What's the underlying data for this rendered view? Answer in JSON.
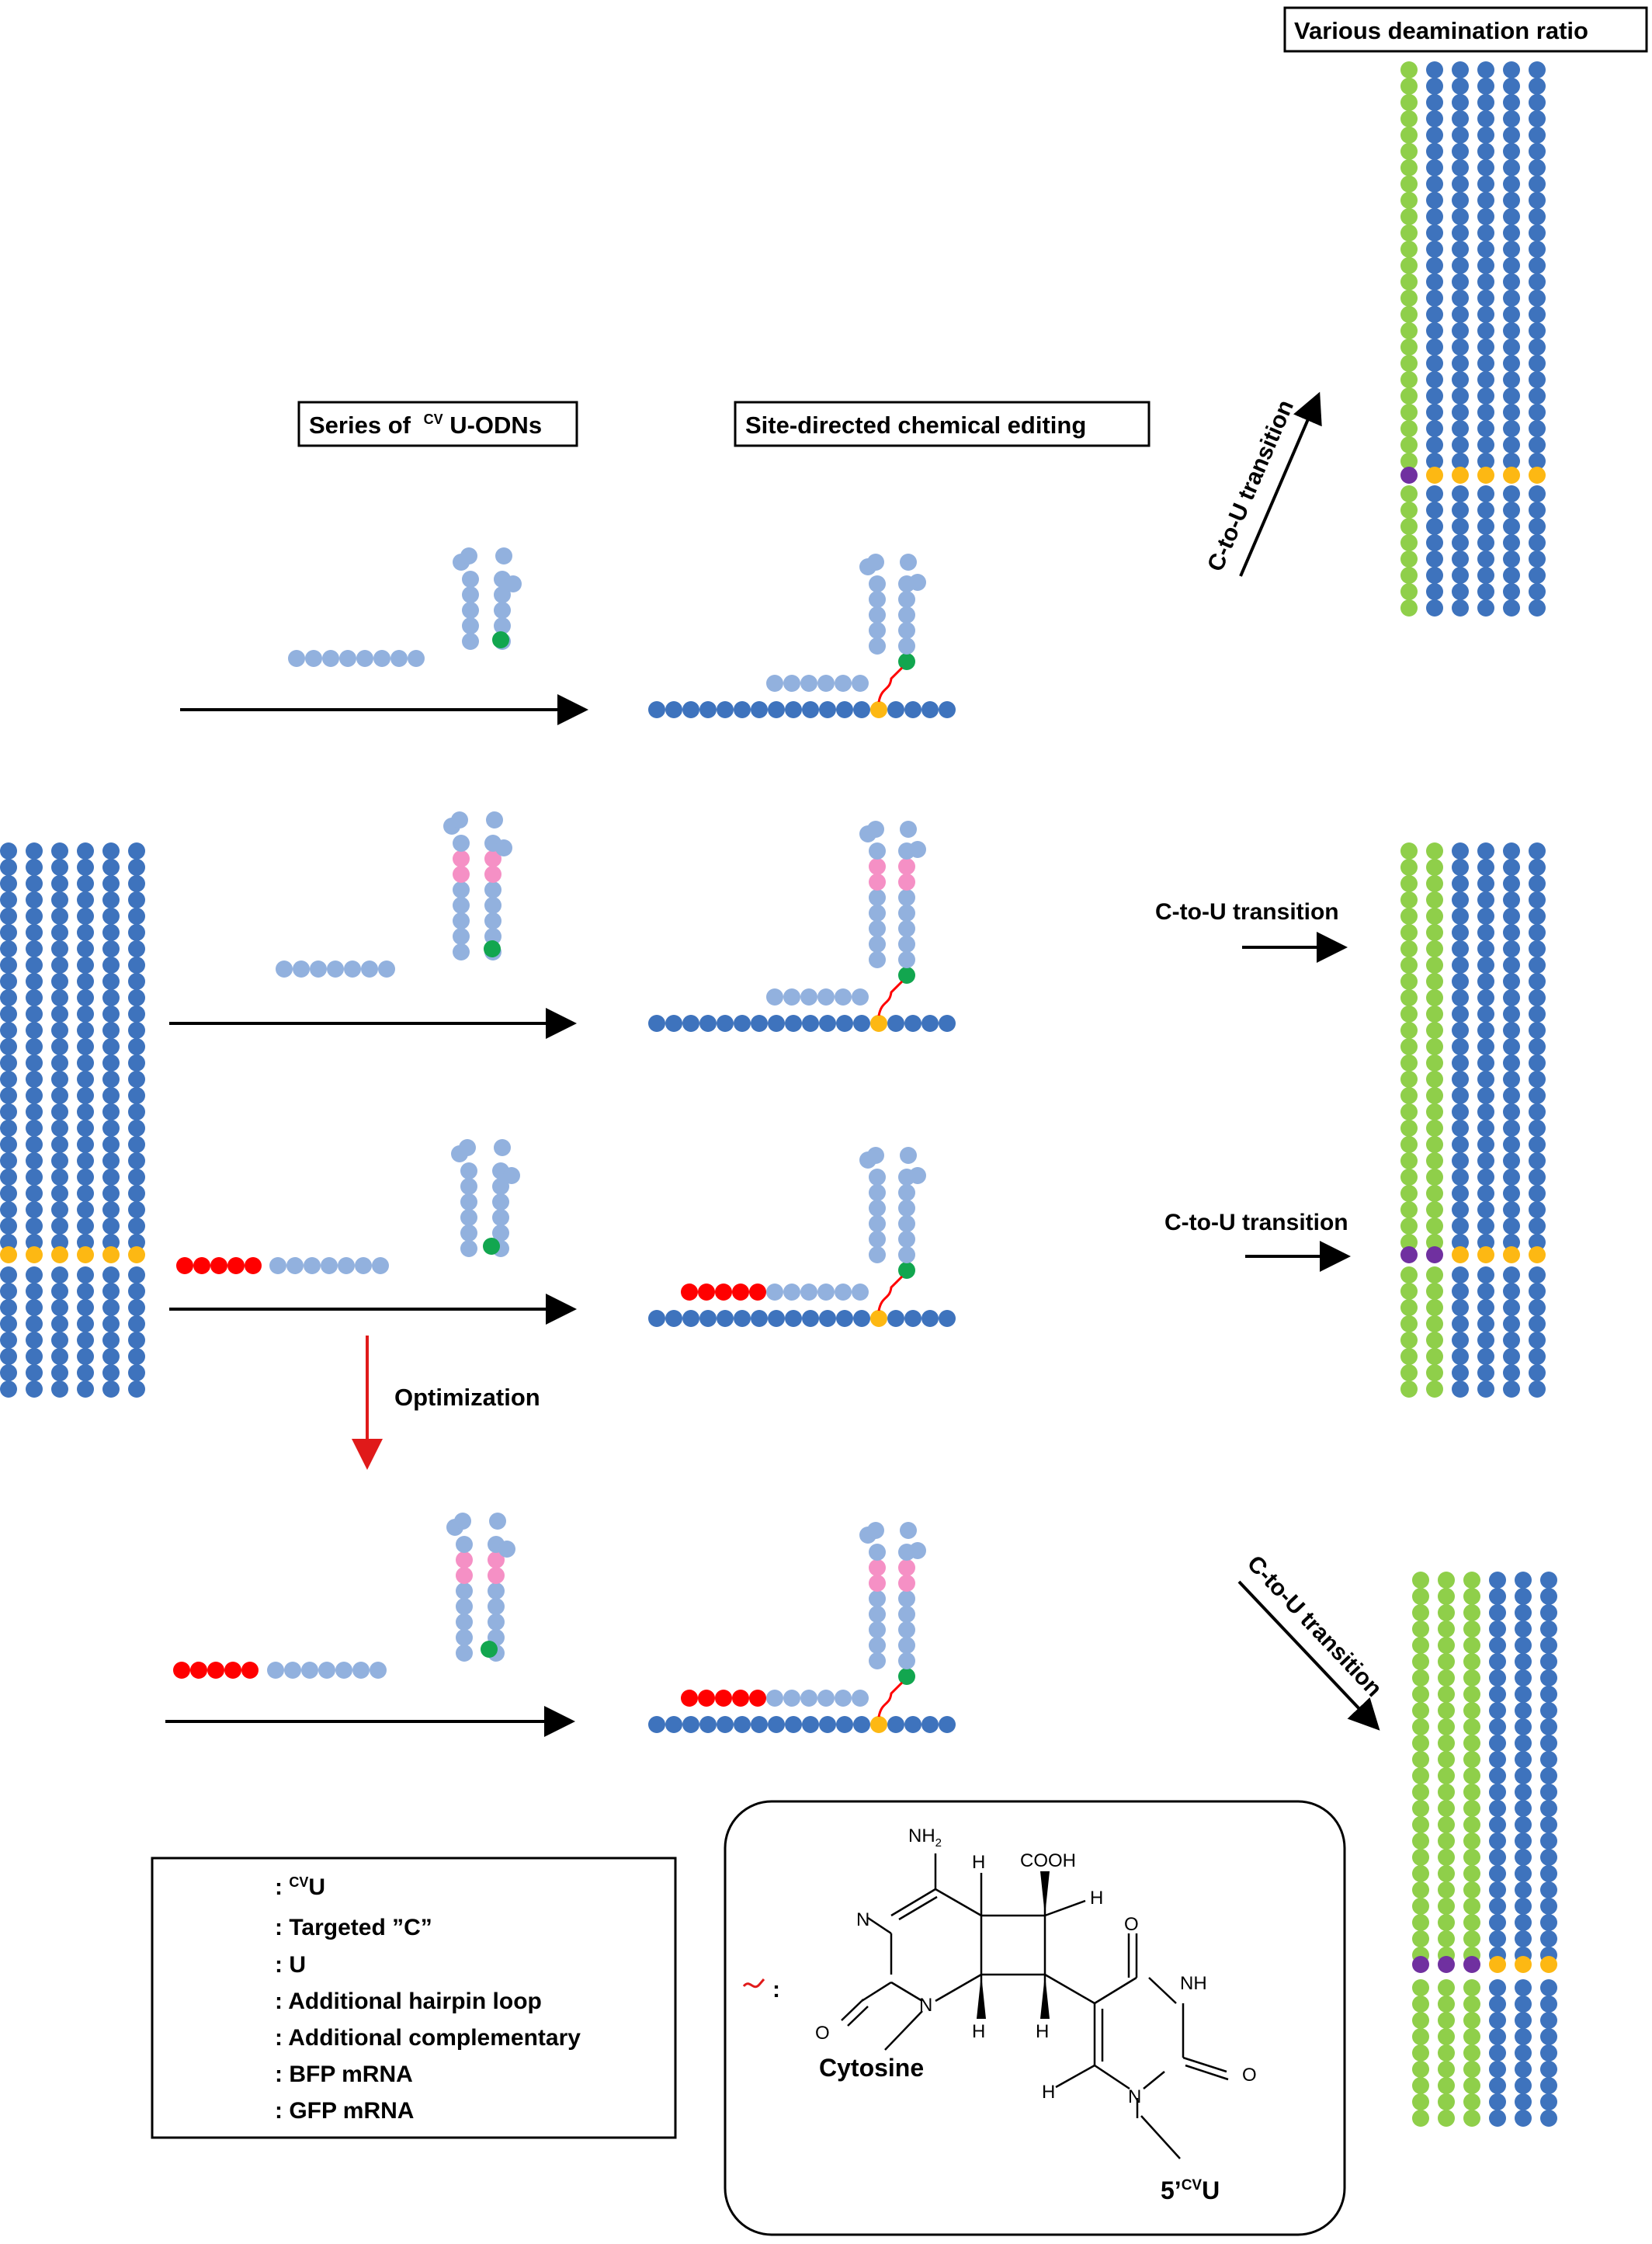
{
  "colors": {
    "light_blue": "#92b1de",
    "dark_blue": "#3e73bd",
    "green_cvu": "#12a64f",
    "yellow": "#fdb813",
    "purple": "#7030a0",
    "pink": "#f590c5",
    "red": "#ff0000",
    "lime": "#8fcf4a",
    "arrow_red": "#e01a1a"
  },
  "headings": {
    "series": "Series of",
    "series_sup": "CV",
    "series_suffix": "U-ODNs",
    "editing": "Site-directed chemical editing",
    "ratio": "Various deamination ratio"
  },
  "transitions": {
    "row1": "C-to-U transition",
    "row2": "C-to-U transition",
    "row3": "C-to-U transition",
    "row4": "C-to-U transition"
  },
  "optimization": "Optimization",
  "legend": {
    "cvu_sup": "CV",
    "cvu": ": U",
    "targeted": ": Targeted ”C”",
    "u": ": U",
    "hairpin": ": Additional hairpin loop",
    "complementary": ": Additional complementary",
    "bfp": ": BFP mRNA",
    "gfp": ": GFP mRNA"
  },
  "chem": {
    "link_colon": ":",
    "nh2": "NH",
    "nh2_sub": "2",
    "h1": "H",
    "cooh": "COOH",
    "h2": "H",
    "n1": "N",
    "o1": "O",
    "o2": "O",
    "nh": "NH",
    "n2": "N",
    "n3": "N",
    "o3": "O",
    "h3": "H",
    "h4": "H",
    "h5": "H",
    "cytosine": "Cytosine",
    "cvu_5": "5’",
    "cvu_sup": "CV",
    "cvu_u": "U"
  }
}
